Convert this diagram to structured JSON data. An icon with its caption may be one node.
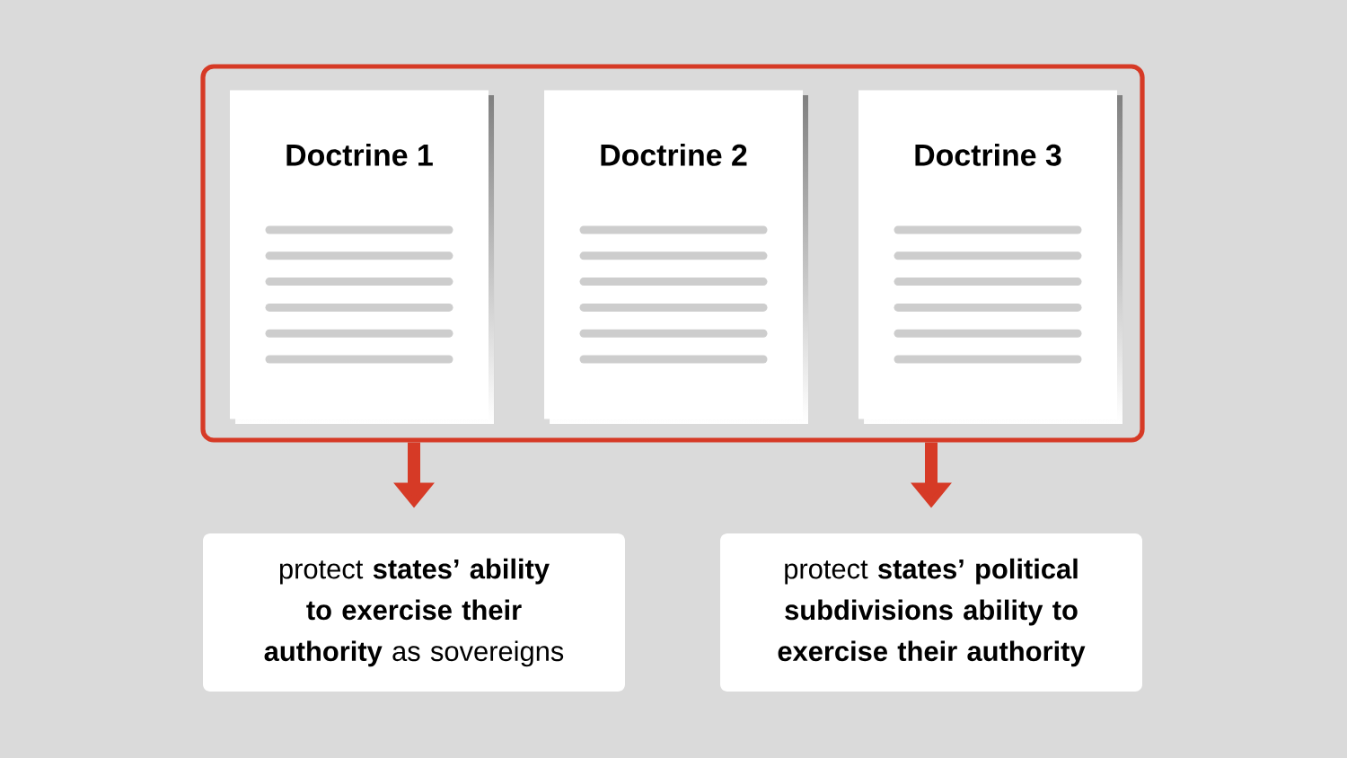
{
  "diagram": {
    "nodes": [
      {
        "text": [],
        "shape": "box"
      },
      {
        "text": [
          "Doctrine 1"
        ],
        "in": 0
      },
      {
        "text": [
          "Doctrine 2"
        ],
        "in": 0
      },
      {
        "text": [
          "Doctrine 3"
        ],
        "in": 0
      },
      {
        "text": [
          "protect **states’ ability to exercise their authority** as sovereigns"
        ]
      },
      {
        "text": [
          "protect **states’ political subdivisions ability to exercise their authority**"
        ]
      }
    ],
    "edges": [
      {
        "from": 0,
        "to": 4,
        "arrow": "to"
      },
      {
        "from": 0,
        "to": 5,
        "arrow": "to"
      }
    ]
  }
}
